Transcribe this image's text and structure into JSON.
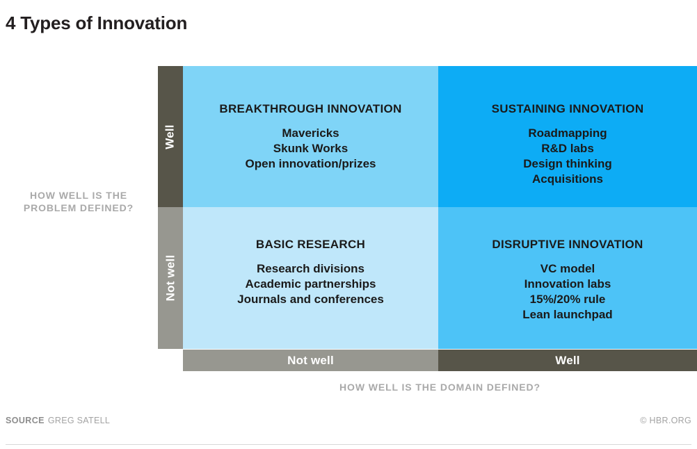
{
  "title": "4 Types of Innovation",
  "chart_data": {
    "type": "table",
    "title": "4 Types of Innovation",
    "xlabel": "HOW WELL IS THE DOMAIN DEFINED?",
    "ylabel": "HOW WELL IS THE PROBLEM DEFINED?",
    "x_categories": [
      "Not well",
      "Well"
    ],
    "y_categories": [
      "Well",
      "Not well"
    ],
    "cells": [
      {
        "row": "Well",
        "column": "Not well",
        "heading": "BREAKTHROUGH INNOVATION",
        "items": [
          "Mavericks",
          "Skunk Works",
          "Open innovation/prizes"
        ],
        "color": "#7fd4f7"
      },
      {
        "row": "Well",
        "column": "Well",
        "heading": "SUSTAINING INNOVATION",
        "items": [
          "Roadmapping",
          "R&D labs",
          "Design thinking",
          "Acquisitions"
        ],
        "color": "#0dacf5"
      },
      {
        "row": "Not well",
        "column": "Not well",
        "heading": "BASIC RESEARCH",
        "items": [
          "Research divisions",
          "Academic partnerships",
          "Journals and conferences"
        ],
        "color": "#bfe7fa"
      },
      {
        "row": "Not well",
        "column": "Well",
        "heading": "DISRUPTIVE INNOVATION",
        "items": [
          "VC model",
          "Innovation labs",
          "15%/20% rule",
          "Lean launchpad"
        ],
        "color": "#4dc3f7"
      }
    ]
  },
  "y_axis": {
    "title_line1": "HOW WELL IS THE",
    "title_line2": "PROBLEM DEFINED?",
    "bands": [
      {
        "label": "Well",
        "color": "#575549"
      },
      {
        "label": "Not well",
        "color": "#979790"
      }
    ]
  },
  "x_axis": {
    "title": "HOW WELL IS THE DOMAIN DEFINED?",
    "bands": [
      {
        "label": "Not well",
        "color": "#979790"
      },
      {
        "label": "Well",
        "color": "#575549"
      }
    ]
  },
  "quadrants": {
    "top_left": {
      "heading": "BREAKTHROUGH INNOVATION",
      "item1": "Mavericks",
      "item2": "Skunk Works",
      "item3": "Open innovation/prizes"
    },
    "top_right": {
      "heading": "SUSTAINING INNOVATION",
      "item1": "Roadmapping",
      "item2": "R&D labs",
      "item3": "Design thinking",
      "item4": "Acquisitions"
    },
    "bottom_left": {
      "heading": "BASIC RESEARCH",
      "item1": "Research divisions",
      "item2": "Academic partnerships",
      "item3": "Journals and conferences"
    },
    "bottom_right": {
      "heading": "DISRUPTIVE INNOVATION",
      "item1": "VC model",
      "item2": "Innovation labs",
      "item3": "15%/20% rule",
      "item4": "Lean launchpad"
    }
  },
  "footer": {
    "source_label": "SOURCE",
    "source_name": "GREG SATELL",
    "copyright": "© HBR.ORG"
  }
}
